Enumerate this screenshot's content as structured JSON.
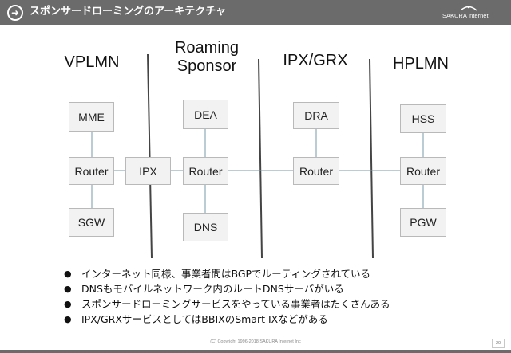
{
  "header": {
    "title": "スポンサードローミングのアーキテクチャ",
    "logo_text": "SAKURA internet"
  },
  "columns": {
    "vplmn": "VPLMN",
    "roaming_sponsor": "Roaming\nSponsor",
    "ipx_grx": "IPX/GRX",
    "hplmn": "HPLMN"
  },
  "nodes": {
    "mme": "MME",
    "router_vplmn": "Router",
    "sgw": "SGW",
    "ipx": "IPX",
    "dea": "DEA",
    "router_sponsor": "Router",
    "dns": "DNS",
    "dra": "DRA",
    "router_ipx": "Router",
    "hss": "HSS",
    "router_hplmn": "Router",
    "pgw": "PGW"
  },
  "bullets": [
    "インターネット同様、事業者間はBGPでルーティングされている",
    "DNSもモバイルネットワーク内のルートDNSサーバがいる",
    "スポンサードローミングサービスをやっている事業者はたくさんある",
    "IPX/GRXサービスとしてはBBIXのSmart IXなどがある"
  ],
  "footer": {
    "copyright": "(C) Copyright 1996-2018 SAKURA Internet Inc",
    "page_number": "20"
  },
  "colors": {
    "header_bg": "#6b6b6b",
    "box_fill": "#f2f2f2",
    "box_border": "#b9b9b9",
    "link_line": "#7a9aaa",
    "divider": "#444444"
  },
  "icons": {
    "header_arrow": "arrow-right-circle-icon",
    "logo": "sakura-logo-icon"
  }
}
